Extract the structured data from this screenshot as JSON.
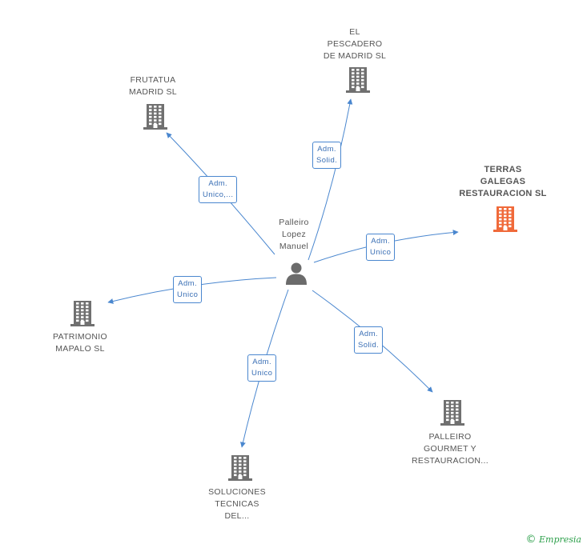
{
  "center": {
    "label": "Palleiro\nLopez\nManuel",
    "icon": "person-icon"
  },
  "companies": [
    {
      "id": "frutatua",
      "label": "FRUTATUA\nMADRID SL",
      "icon": "building-icon",
      "color": "#707070",
      "focus": false
    },
    {
      "id": "pescadero",
      "label": "EL\nPESCADERO\nDE MADRID  SL",
      "icon": "building-icon",
      "color": "#707070",
      "focus": false
    },
    {
      "id": "terras",
      "label": "TERRAS\nGALEGAS\nRESTAURACION SL",
      "icon": "building-icon",
      "color": "#f06a3a",
      "focus": true
    },
    {
      "id": "patrimonio",
      "label": "PATRIMONIO\nMAPALO  SL",
      "icon": "building-icon",
      "color": "#707070",
      "focus": false
    },
    {
      "id": "palleiro",
      "label": "PALLEIRO\nGOURMET Y\nRESTAURACION...",
      "icon": "building-icon",
      "color": "#707070",
      "focus": false
    },
    {
      "id": "soluciones",
      "label": "SOLUCIONES\nTECNICAS\nDEL...",
      "icon": "building-icon",
      "color": "#707070",
      "focus": false
    }
  ],
  "roles": [
    {
      "id": "frutatua",
      "text": "Adm.\nUnico,..."
    },
    {
      "id": "pescadero",
      "text": "Adm.\nSolid."
    },
    {
      "id": "terras",
      "text": "Adm.\nUnico"
    },
    {
      "id": "patrimonio",
      "text": "Adm.\nUnico"
    },
    {
      "id": "palleiro",
      "text": "Adm.\nSolid."
    },
    {
      "id": "soluciones",
      "text": "Adm.\nUnico"
    }
  ],
  "colors": {
    "edge": "#4a87cf",
    "building": "#707070",
    "focus": "#f06a3a",
    "brand": "#2c9f4a"
  },
  "footer": {
    "copyright": "©",
    "brand": "Empresia"
  }
}
